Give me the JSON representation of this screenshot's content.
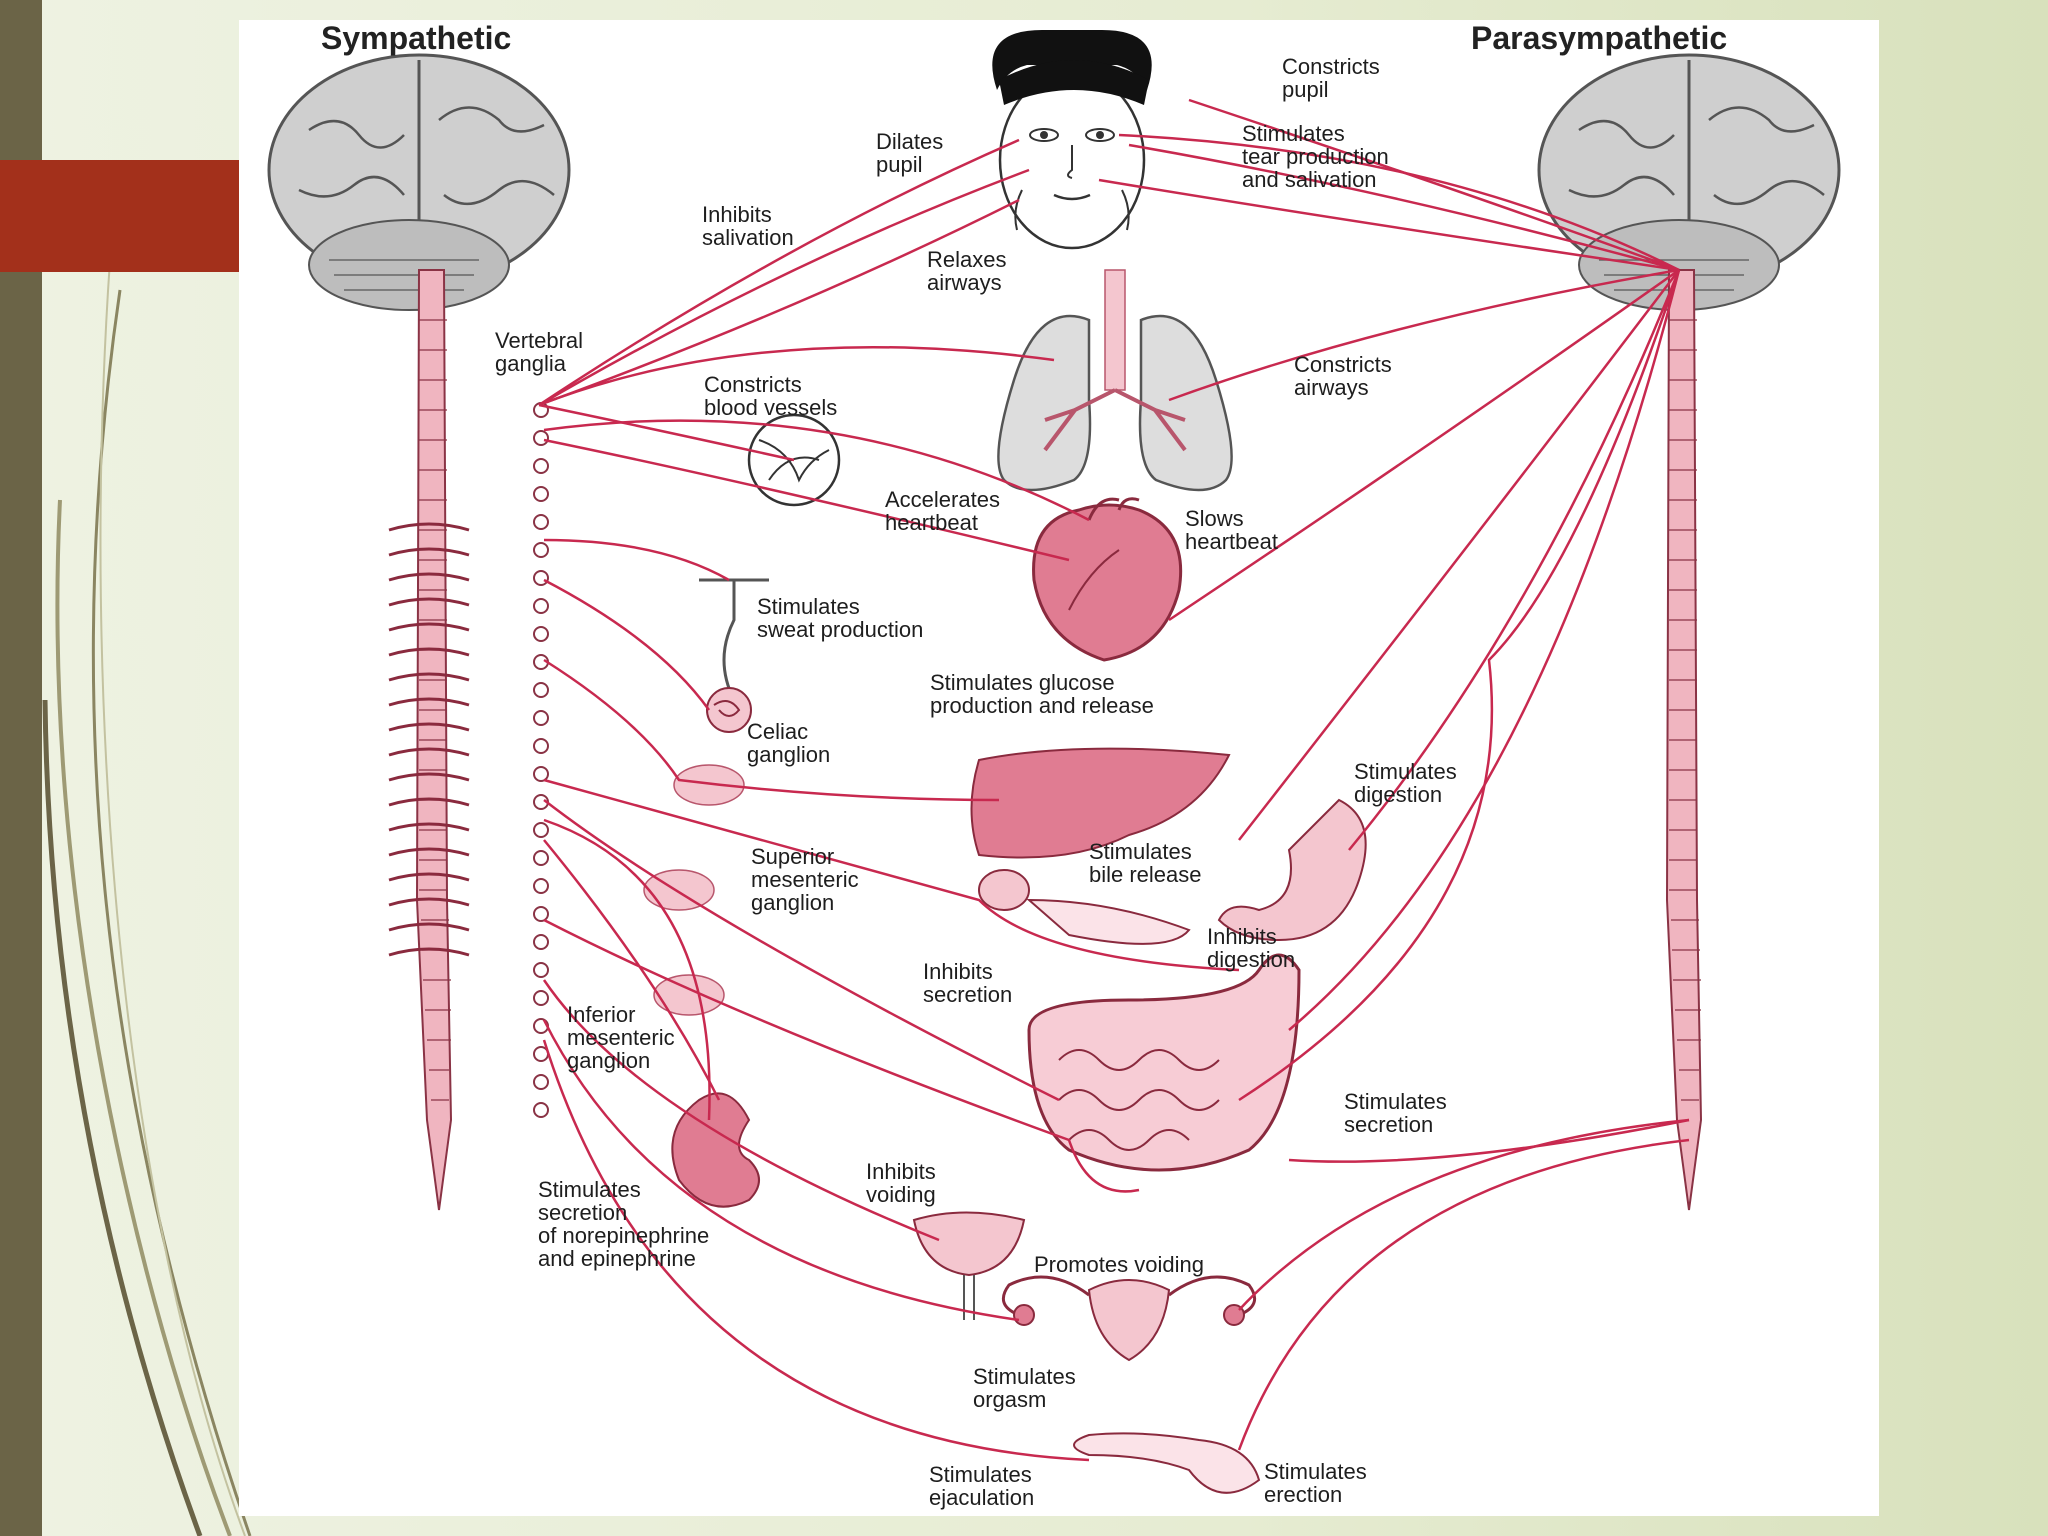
{
  "headers": {
    "sympathetic": "Sympathetic",
    "parasympathetic": "Parasympathetic"
  },
  "labels": {
    "constricts_pupil": "Constricts\npupil",
    "dilates_pupil": "Dilates\npupil",
    "stimulates_tear": "Stimulates\ntear production\nand salivation",
    "inhibits_salivation": "Inhibits\nsalivation",
    "relaxes_airways": "Relaxes\nairways",
    "vertebral_ganglia": "Vertebral\nganglia",
    "constricts_blood_vessels": "Constricts\nblood vessels",
    "constricts_airways": "Constricts\nairways",
    "accelerates_heartbeat": "Accelerates\nheartbeat",
    "slows_heartbeat": "Slows\nheartbeat",
    "stimulates_sweat": "Stimulates\nsweat production",
    "stimulates_glucose": "Stimulates glucose\nproduction and release",
    "celiac_ganglion": "Celiac\nganglion",
    "stimulates_digestion": "Stimulates\ndigestion",
    "superior_mesenteric": "Superior\nmesenteric\nganglion",
    "stimulates_bile": "Stimulates\nbile release",
    "inhibits_digestion": "Inhibits\ndigestion",
    "inhibits_secretion": "Inhibits\nsecretion",
    "inferior_mesenteric": "Inferior\nmesenteric\nganglion",
    "stimulates_secretion": "Stimulates\nsecretion",
    "stimulates_norepinephrine": "Stimulates\nsecretion\nof norepinephrine\nand epinephrine",
    "inhibits_voiding": "Inhibits\nvoiding",
    "promotes_voiding": "Promotes voiding",
    "stimulates_orgasm": "Stimulates\norgasm",
    "stimulates_ejaculation": "Stimulates\nejaculation",
    "stimulates_erection": "Stimulates\nerection"
  },
  "colors": {
    "nerve": "#c8294f",
    "organ_fill": "#e07c92",
    "organ_light": "#f4c6cf",
    "spine_fill": "#f0b5c0",
    "brain": "#c9c9c9",
    "accent_red": "#a3301b",
    "side_bar": "#6b6447"
  },
  "icons": [
    "brain-icon",
    "face-icon",
    "lungs-icon",
    "heart-icon",
    "liver-icon",
    "stomach-icon",
    "intestines-icon",
    "kidney-icon",
    "bladder-icon",
    "uterus-icon",
    "penis-icon",
    "sweat-gland-icon",
    "blood-vessel-icon",
    "gallbladder-icon"
  ]
}
